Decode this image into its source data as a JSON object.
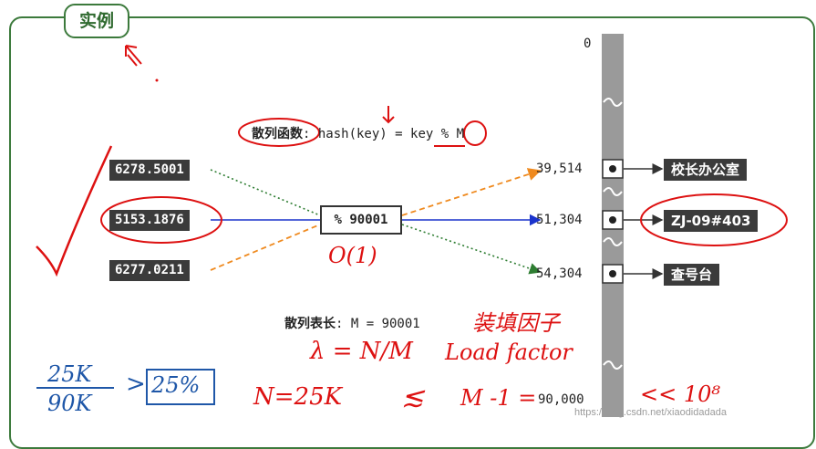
{
  "title": "实例",
  "hash_function": {
    "label": "散列函数",
    "formula_prefix": ": hash(key) = ",
    "formula_key": "key",
    "formula_op": "%",
    "formula_mod": "M"
  },
  "keys": [
    {
      "text": "6278.5001"
    },
    {
      "text": "5153.1876"
    },
    {
      "text": "6277.0211"
    }
  ],
  "mod_box": "% 90001",
  "table": {
    "index_top": "0",
    "indices": [
      "39,514",
      "51,304",
      "54,304"
    ],
    "bottom_index": "90,000"
  },
  "values": [
    "校长办公室",
    "ZJ-09#403",
    "查号台"
  ],
  "table_length": {
    "label": "散列表长",
    "value": ": M = 90001"
  },
  "annotations": {
    "complexity": "O(1)",
    "load_factor_cn": "装填因子",
    "load_factor_formula": "λ = N/M",
    "load_factor_en": "Load factor",
    "ratio_numerator": "25K",
    "ratio_denominator": "90K",
    "gt": ">",
    "percent": "25%",
    "n_value": "N=25K",
    "approx": "≲",
    "m_minus_one": "M -1 =",
    "far_less": "<< 10⁸"
  },
  "watermark": "https://blog.csdn.net/xiaodidadada",
  "colors": {
    "frame": "#3c7a3c",
    "key_box": "#3b3b3b",
    "arrow_blue": "#1a33cc",
    "arrow_orange": "#ef8a1f",
    "arrow_green": "#2e7d32",
    "handwriting_red": "#d11111",
    "handwriting_blue": "#1f57a8"
  }
}
